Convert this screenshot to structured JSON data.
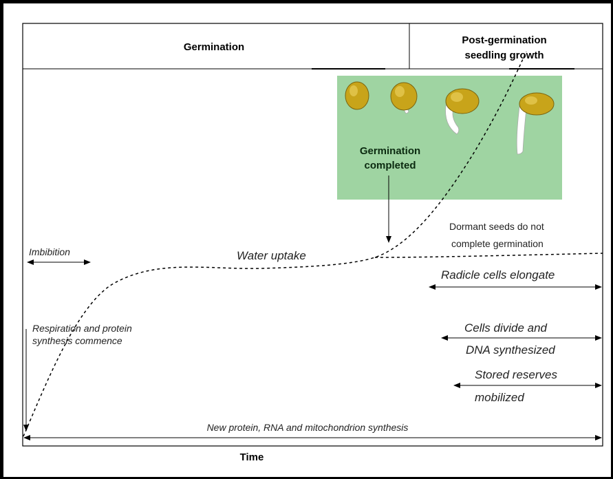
{
  "header": {
    "germination": "Germination",
    "post_germination_line1": "Post-germination",
    "post_germination_line2": "seedling growth"
  },
  "inset": {
    "label_line1": "Germination",
    "label_line2": "completed",
    "background_color": "#9fd4a2",
    "seed_color": "#c8a41a"
  },
  "curve_labels": {
    "water_uptake": "Water uptake",
    "dormant_line1": "Dormant seeds do not",
    "dormant_line2": "complete germination"
  },
  "phases": {
    "imbibition": "Imbibition",
    "respiration_line1": "Respiration and protein",
    "respiration_line2": "synthesis commence",
    "radicle": "Radicle cells elongate",
    "cells_line1": "Cells divide and",
    "cells_line2": "DNA synthesized",
    "reserves_line1": "Stored reserves",
    "reserves_line2": "mobilized",
    "new_protein": "New protein, RNA and mitochondrion synthesis"
  },
  "axis": {
    "xlabel": "Time"
  }
}
